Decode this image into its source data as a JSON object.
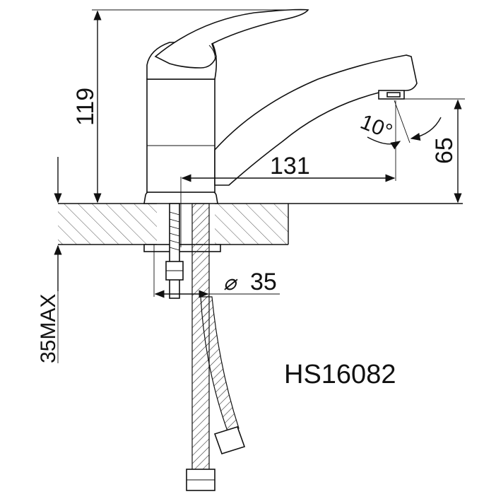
{
  "drawing": {
    "model": "HS16082",
    "dimensions": {
      "height": "119",
      "spout_reach": "131",
      "spout_height": "65",
      "angle": "10°",
      "hole_diameter": "35",
      "diameter_symbol": "⌀",
      "counter_thickness": "35MAX"
    }
  }
}
